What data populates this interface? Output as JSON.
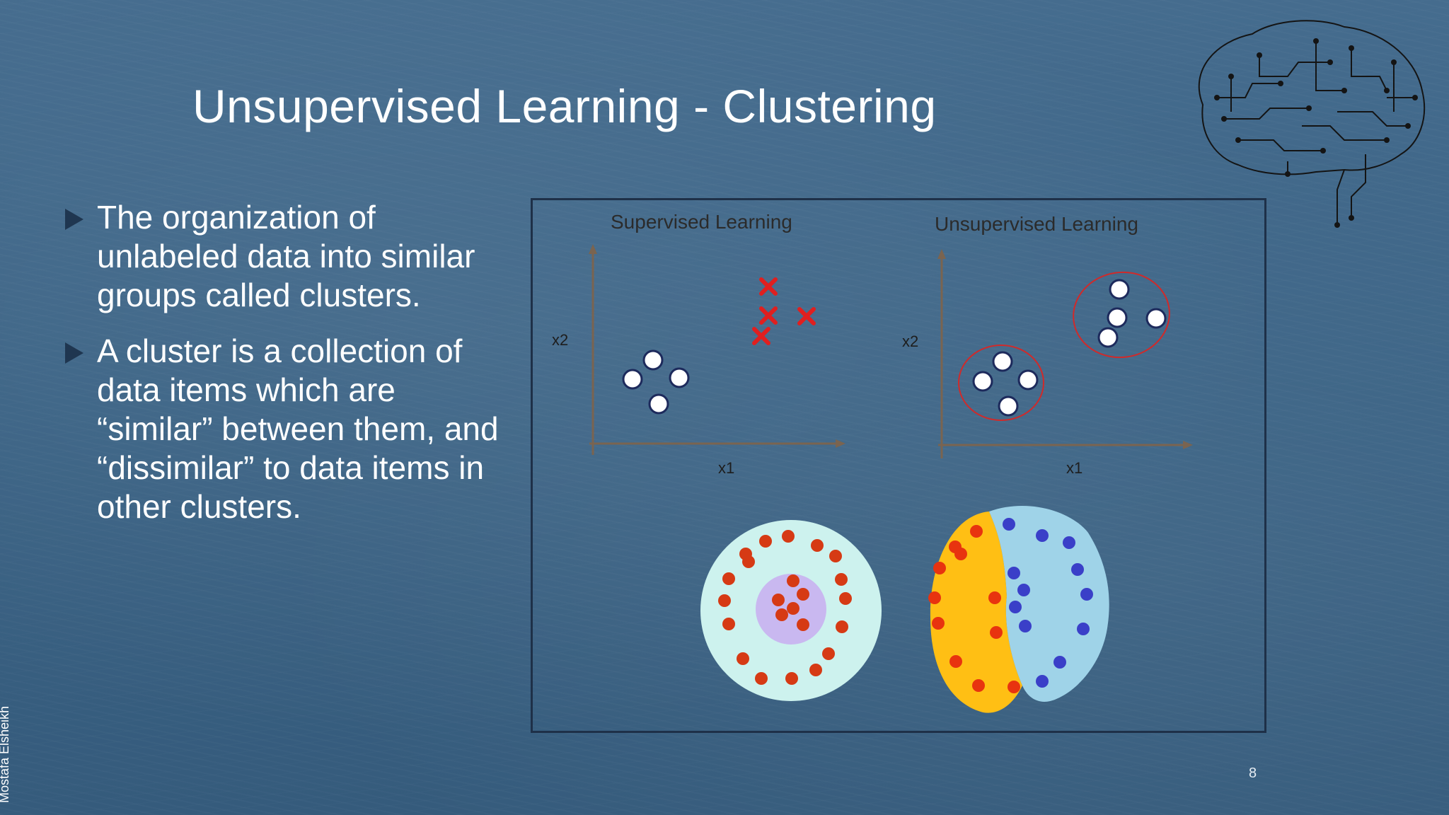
{
  "slide": {
    "title": "Unsupervised Learning - Clustering",
    "bullets": [
      "The organization of unlabeled data into similar groups called clusters.",
      "A cluster is a collection of data items which are “similar” between them, and “dissimilar” to data items in other clusters."
    ],
    "author": "Mostafa Elsheikh",
    "page_number": "8"
  },
  "figure": {
    "supervised_title": "Supervised Learning",
    "unsupervised_title": "Unsupervised Learning",
    "x_axis_label": "x1",
    "y_axis_label": "x2"
  },
  "colors": {
    "background": "#3d6486",
    "text": "#ffffff",
    "cross": "#e01f1f",
    "cluster_outline": "#d02a2a",
    "red_dot": "#d63a14",
    "blue_dot": "#3a3fc8",
    "mint_disc": "#cdf2ee",
    "lavender_core": "#c9b8f0",
    "orange_half": "#ffbf14",
    "light_blue_half": "#9fd3e8"
  },
  "icons": [
    "bullet-arrow-icon",
    "circuit-brain-icon"
  ]
}
